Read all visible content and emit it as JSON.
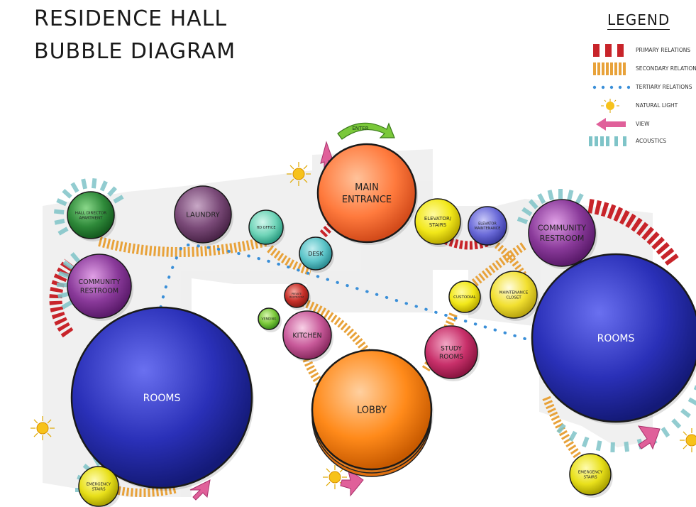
{
  "title": {
    "line1": "RESIDENCE HALL",
    "line2": "BUBBLE DIAGRAM"
  },
  "legend": {
    "title": "LEGEND",
    "items": [
      {
        "label": "PRIMARY RELATIONS",
        "icon": "primary-relation-swatch"
      },
      {
        "label": "SECONDARY RELATIONS",
        "icon": "secondary-relation-swatch"
      },
      {
        "label": "TERTIARY RELATIONS",
        "icon": "tertiary-relation-swatch"
      },
      {
        "label": "NATURAL LIGHT",
        "icon": "sun-icon"
      },
      {
        "label": "VIEW",
        "icon": "view-arrow-icon"
      },
      {
        "label": "ACOUSTICS",
        "icon": "acoustics-swatch"
      }
    ]
  },
  "enter_label": "ENTER",
  "bubbles": {
    "main_entrance": {
      "line1": "MAIN",
      "line2": "ENTRANCE"
    },
    "laundry": {
      "line1": "LAUNDRY"
    },
    "hall_director": {
      "line1": "HALL DIRECTOR",
      "line2": "APARTMENT"
    },
    "hd_office": {
      "line1": "HD OFFICE"
    },
    "desk": {
      "line1": "DESK"
    },
    "elevator_stairs": {
      "line1": "ELEVATOR/",
      "line2": "STAIRS"
    },
    "elevator_maintenance": {
      "line1": "ELEVATOR",
      "line2": "MAINTENANCE"
    },
    "community_restroom_right": {
      "line1": "COMMUNITY",
      "line2": "RESTROOM"
    },
    "community_restroom_left": {
      "line1": "COMMUNITY",
      "line2": "RESTROOM"
    },
    "private_restroom": {
      "line1": "PRIVATE",
      "line2": "RESTROOM"
    },
    "vending": {
      "line1": "VENDING"
    },
    "kitchen": {
      "line1": "KITCHEN"
    },
    "custodial": {
      "line1": "CUSTODIAL"
    },
    "maintenance_closet": {
      "line1": "MAINTENANCE",
      "line2": "CLOSET"
    },
    "study_rooms": {
      "line1": "STUDY",
      "line2": "ROOMS"
    },
    "rooms_left": {
      "line1": "ROOMS"
    },
    "rooms_right": {
      "line1": "ROOMS"
    },
    "lobby": {
      "line1": "LOBBY"
    },
    "emergency_stairs_left": {
      "line1": "EMERGENCY",
      "line2": "STAIRS"
    },
    "emergency_stairs_right": {
      "line1": "EMERGENCY",
      "line2": "STAIRS"
    }
  },
  "colors": {
    "primary": "#c8242a",
    "secondary": "#e8a23a",
    "tertiary": "#3a8fd8",
    "sun": "#f7c21a",
    "view": "#e0609a",
    "acoustics": "#7fc4c8",
    "main_entrance": "#ff7a3d",
    "laundry": "#7a4a78",
    "hall_director": "#2f8a3a",
    "hd_office": "#6fd4b8",
    "desk": "#5cc4c8",
    "elevator_stairs": "#f2e81a",
    "elevator_maintenance": "#6a6ad8",
    "community_restroom": "#8a3a9a",
    "private_restroom": "#c8302a",
    "vending": "#7ac83a",
    "kitchen": "#c85a9a",
    "custodial": "#f2e81a",
    "maintenance_closet": "#f2e030",
    "study_rooms": "#c8306a",
    "rooms": "#2a30b8",
    "lobby": "#ff8a1a",
    "emergency_stairs": "#e8e01a"
  }
}
